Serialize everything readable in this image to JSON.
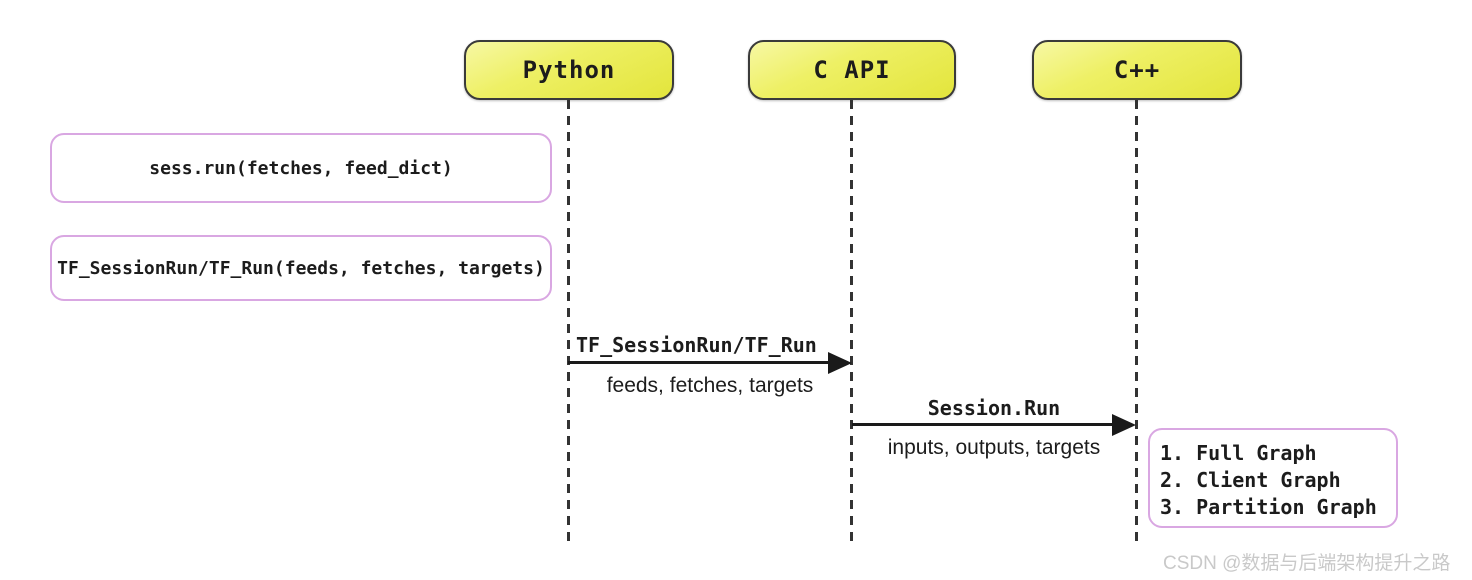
{
  "diagram": {
    "title": "TensorFlow session run sequence diagram",
    "actors": [
      {
        "id": "python",
        "label": "Python"
      },
      {
        "id": "c-api",
        "label": "C API"
      },
      {
        "id": "cpp",
        "label": "C++"
      }
    ],
    "notes": [
      {
        "id": "sess-run",
        "text": "sess.run(fetches, feed_dict)"
      },
      {
        "id": "tf-session-run",
        "text": "TF_SessionRun/TF_Run(feeds, fetches, targets)"
      },
      {
        "id": "graphs",
        "lines": [
          "1. Full Graph",
          "2. Client Graph",
          "3. Partition Graph"
        ]
      }
    ],
    "messages": [
      {
        "from": "python",
        "to": "c-api",
        "label": "TF_SessionRun/TF_Run",
        "sublabel": "feeds, fetches, targets"
      },
      {
        "from": "c-api",
        "to": "cpp",
        "label": "Session.Run",
        "sublabel": "inputs, outputs, targets"
      }
    ],
    "colors": {
      "actor_fill_top": "#f7f8a4",
      "actor_fill_bottom": "#e3e53c",
      "actor_border": "#3a3a3a",
      "note_border": "#d9a7e2",
      "line": "#1a1a1a",
      "watermark": "#c9c9c9"
    }
  },
  "watermark": {
    "text": "CSDN @数据与后端架构提升之路"
  }
}
